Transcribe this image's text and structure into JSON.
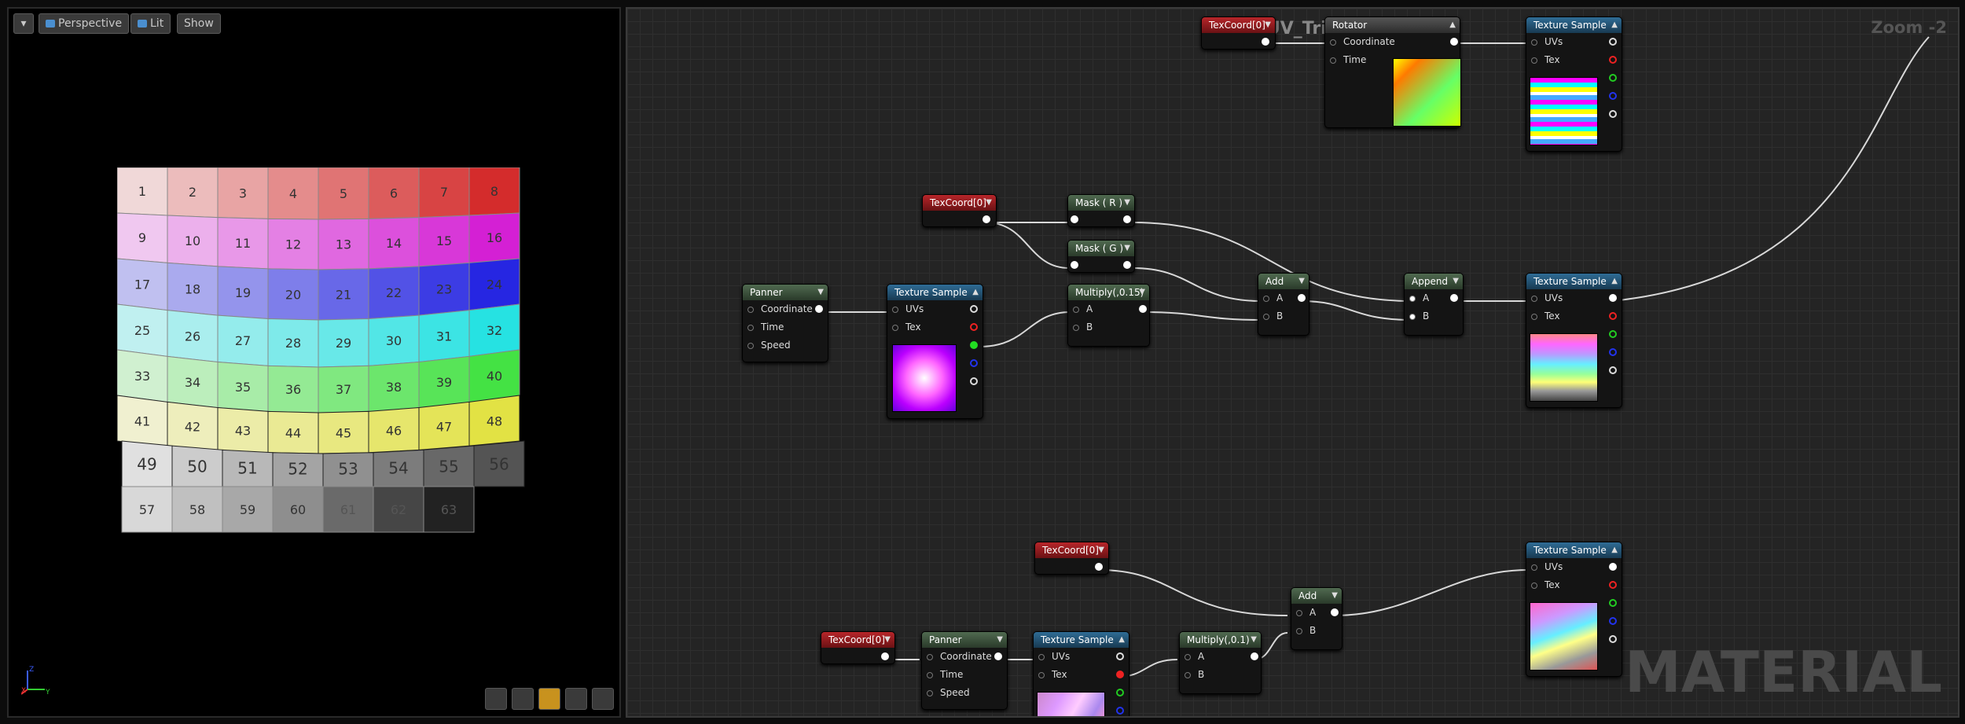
{
  "viewport": {
    "buttons": {
      "perspective": "Perspective",
      "lit": "Lit",
      "show": "Show"
    },
    "axis": {
      "x": "X",
      "y": "Y",
      "z": "Z"
    },
    "cells": [
      "1",
      "2",
      "3",
      "4",
      "5",
      "6",
      "7",
      "8",
      "9",
      "10",
      "11",
      "12",
      "13",
      "14",
      "15",
      "16",
      "17",
      "18",
      "19",
      "20",
      "21",
      "22",
      "23",
      "24",
      "25",
      "26",
      "27",
      "28",
      "29",
      "30",
      "31",
      "32",
      "33",
      "34",
      "35",
      "36",
      "37",
      "38",
      "39",
      "40",
      "41",
      "42",
      "43",
      "44",
      "45",
      "46",
      "47",
      "48",
      "49",
      "50",
      "51",
      "52",
      "53",
      "54",
      "55",
      "56",
      "57",
      "58",
      "59",
      "60",
      "61",
      "62",
      "63"
    ]
  },
  "editor": {
    "title": "M_UV_Tricks",
    "zoom": "Zoom -2",
    "watermark": "MATERIAL",
    "nodes": {
      "texcoord_top": "TexCoord[0]",
      "rotator": "Rotator",
      "rotator_coord": "Coordinate",
      "rotator_time": "Time",
      "ts_top": "Texture Sample",
      "uvs": "UVs",
      "tex": "Tex",
      "texcoord_a": "TexCoord[0]",
      "mask_r": "Mask ( R )",
      "mask_g": "Mask ( G )",
      "panner": "Panner",
      "coordinate": "Coordinate",
      "time": "Time",
      "speed": "Speed",
      "ts_mid": "Texture Sample",
      "multiply_015": "Multiply(,0.15)",
      "add": "Add",
      "append": "Append",
      "ts_right": "Texture Sample",
      "pin_a": "A",
      "pin_b": "B",
      "texcoord_b": "TexCoord[0]",
      "texcoord_c": "TexCoord[0]",
      "panner2": "Panner",
      "ts_bottom": "Texture Sample",
      "multiply_01": "Multiply(,0.1)",
      "add2": "Add",
      "ts_br": "Texture Sample"
    }
  },
  "colors": {
    "accent": "#c8921e",
    "texcoord": "#b8262a",
    "texture": "#2f6c95",
    "math": "#506a50"
  }
}
